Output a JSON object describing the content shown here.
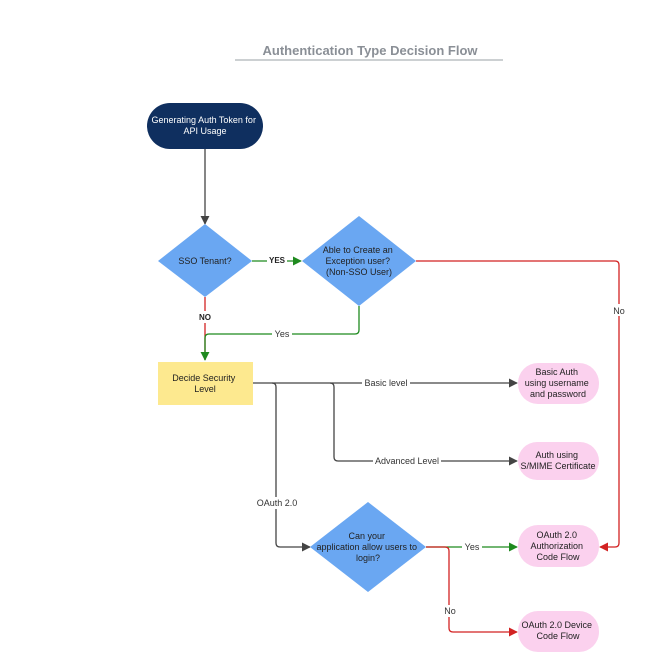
{
  "title": "Authentication Type Decision Flow",
  "colors": {
    "start": "#0f2f5f",
    "decision": "#6aa7f2",
    "process": "#fde98f",
    "terminal": "#fbd1ee",
    "arrow_default": "#444444",
    "arrow_yes": "#1f8a1f",
    "arrow_no": "#d22222"
  },
  "nodes": {
    "start": [
      "Generating Auth Token for",
      "API Usage"
    ],
    "sso": [
      "SSO Tenant?"
    ],
    "exception": [
      "Able to Create an",
      "Exception user?",
      "(Non-SSO User)"
    ],
    "security": [
      "Decide Security",
      "Level"
    ],
    "basic": [
      "Basic Auth",
      "using username",
      "and password"
    ],
    "smime": [
      "Auth using",
      "S/MIME Certificate"
    ],
    "login": [
      "Can your",
      "application allow users to",
      "login?"
    ],
    "authcode": [
      "OAuth 2.0",
      "Authorization",
      "Code Flow"
    ],
    "device": [
      "OAuth 2.0 Device",
      "Code Flow"
    ]
  },
  "edges": {
    "sso_yes": "YES",
    "sso_no": "NO",
    "exception_yes": "Yes",
    "exception_no": "No",
    "basic": "Basic level",
    "advanced": "Advanced Level",
    "oauth": "OAuth 2.0",
    "login_yes": "Yes",
    "login_no": "No"
  }
}
